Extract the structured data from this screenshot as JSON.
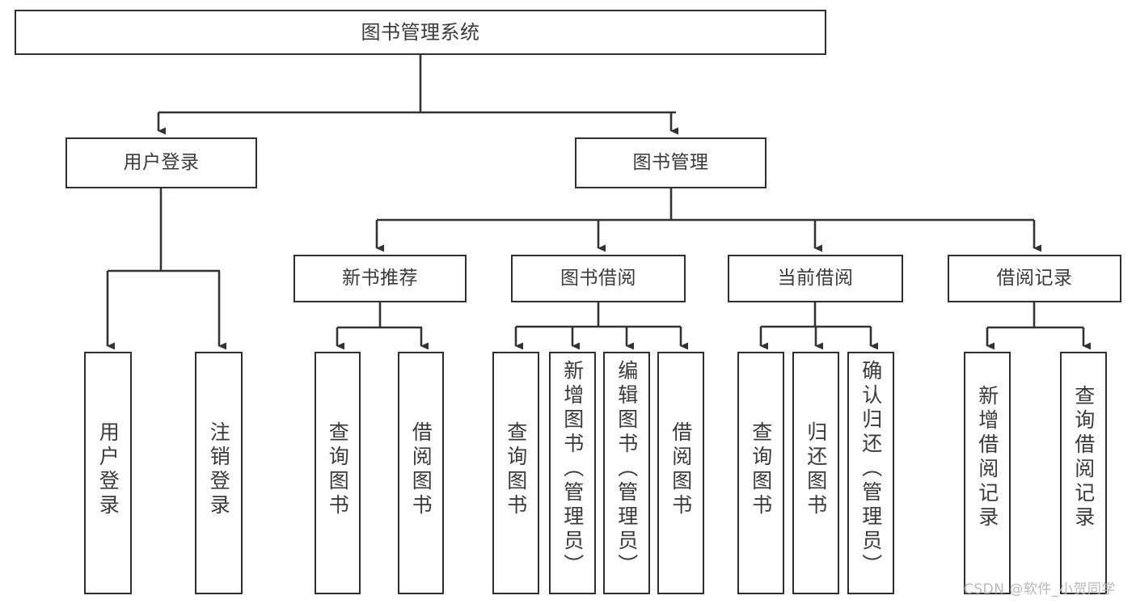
{
  "diagram": {
    "title": "图书管理系统",
    "type": "tree",
    "watermark": "CSDN @软件_小贺同学",
    "colors": {
      "box_border": "#2f2f2f",
      "box_fill": "#ffffff",
      "edge": "#333333",
      "text": "#3a3a3a",
      "watermark": "#b9b9b9"
    },
    "nodes": {
      "root": {
        "label": "图书管理系统"
      },
      "level2": [
        {
          "id": "user-login",
          "label": "用户登录"
        },
        {
          "id": "book-manage",
          "label": "图书管理"
        }
      ],
      "level3": [
        {
          "id": "new-book-recommend",
          "label": "新书推荐"
        },
        {
          "id": "book-borrow",
          "label": "图书借阅"
        },
        {
          "id": "current-borrow",
          "label": "当前借阅"
        },
        {
          "id": "borrow-record",
          "label": "借阅记录"
        }
      ],
      "leaves": {
        "user_login": [
          {
            "id": "leaf-user-login",
            "label": "用户登录"
          },
          {
            "id": "leaf-logout",
            "label": "注销登录"
          }
        ],
        "new_book_recommend": [
          {
            "id": "leaf-query-book-1",
            "label": "查询图书"
          },
          {
            "id": "leaf-borrow-book-1",
            "label": "借阅图书"
          }
        ],
        "book_borrow": [
          {
            "id": "leaf-query-book-2",
            "label": "查询图书"
          },
          {
            "id": "leaf-add-book",
            "label": "新增图书（管理员）"
          },
          {
            "id": "leaf-edit-book",
            "label": "编辑图书（管理员）"
          },
          {
            "id": "leaf-borrow-book-2",
            "label": "借阅图书"
          }
        ],
        "current_borrow": [
          {
            "id": "leaf-query-book-3",
            "label": "查询图书"
          },
          {
            "id": "leaf-return-book",
            "label": "归还图书"
          },
          {
            "id": "leaf-confirm-return",
            "label": "确认归还（管理员）"
          }
        ],
        "borrow_record": [
          {
            "id": "leaf-add-record",
            "label": "新增借阅记录"
          },
          {
            "id": "leaf-query-record",
            "label": "查询借阅记录"
          }
        ]
      }
    }
  }
}
